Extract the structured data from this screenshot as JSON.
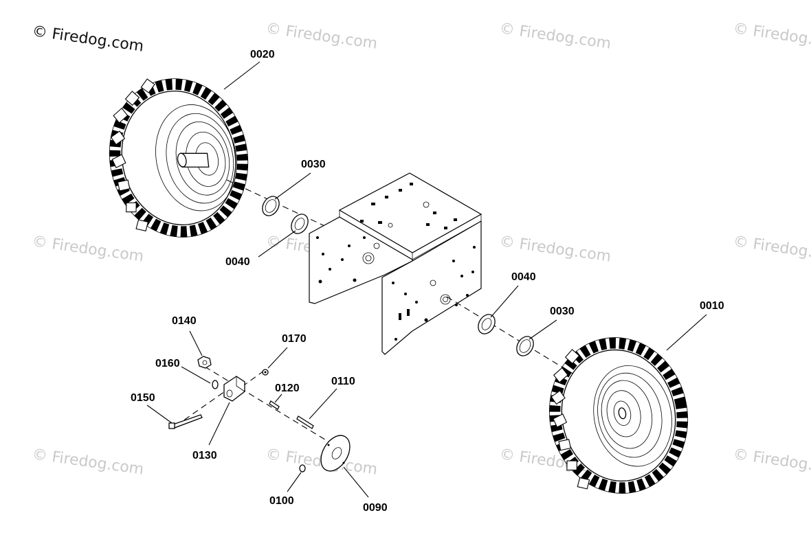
{
  "watermark": {
    "main": "© Firedog.com",
    "faint": "© Firedog.com"
  },
  "callouts": {
    "p0010": "0010",
    "p0020": "0020",
    "p0030_left": "0030",
    "p0040_left": "0040",
    "p0040_right": "0040",
    "p0030_right": "0030",
    "p0140": "0140",
    "p0160": "0160",
    "p0150": "0150",
    "p0130": "0130",
    "p0170": "0170",
    "p0120": "0120",
    "p0110": "0110",
    "p0100": "0100",
    "p0090": "0090"
  }
}
